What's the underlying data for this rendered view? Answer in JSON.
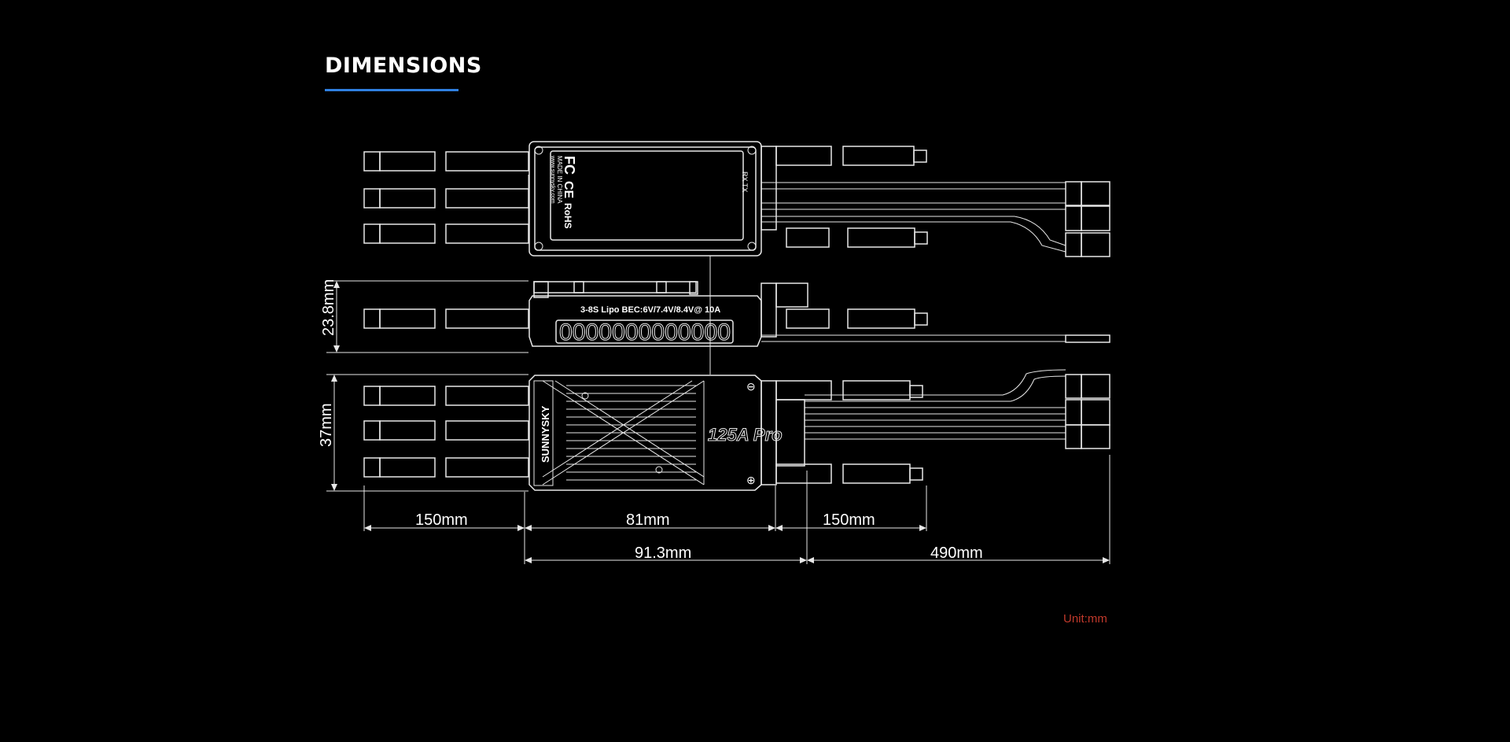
{
  "header": {
    "title": "DIMENSIONS",
    "accent_color": "#2f7fe0"
  },
  "drawing": {
    "side_view_label": "3-8S Lipo BEC:6V/7.4V/8.4V@ 10A",
    "side_view_digits": "0000000000000",
    "top_view_brand": "SUNNYSKY",
    "top_view_model": "125A Pro",
    "bottom_view_marks": [
      "FC",
      "CE",
      "RoHS"
    ],
    "bottom_view_text_1": "MADE IN CHINA",
    "bottom_view_text_2": "www.sunnysky.com",
    "bottom_view_port": "RX TX",
    "polarity_minus": "⊖",
    "polarity_plus": "⊕"
  },
  "dimensions": {
    "height": "23.8mm",
    "width": "37mm",
    "lead_left": "150mm",
    "body_length": "81mm",
    "lead_right": "150mm",
    "overall_body": "91.3mm",
    "battery_lead": "490mm"
  },
  "footer": {
    "unit_note": "Unit:mm",
    "unit_color": "#c0392b"
  }
}
